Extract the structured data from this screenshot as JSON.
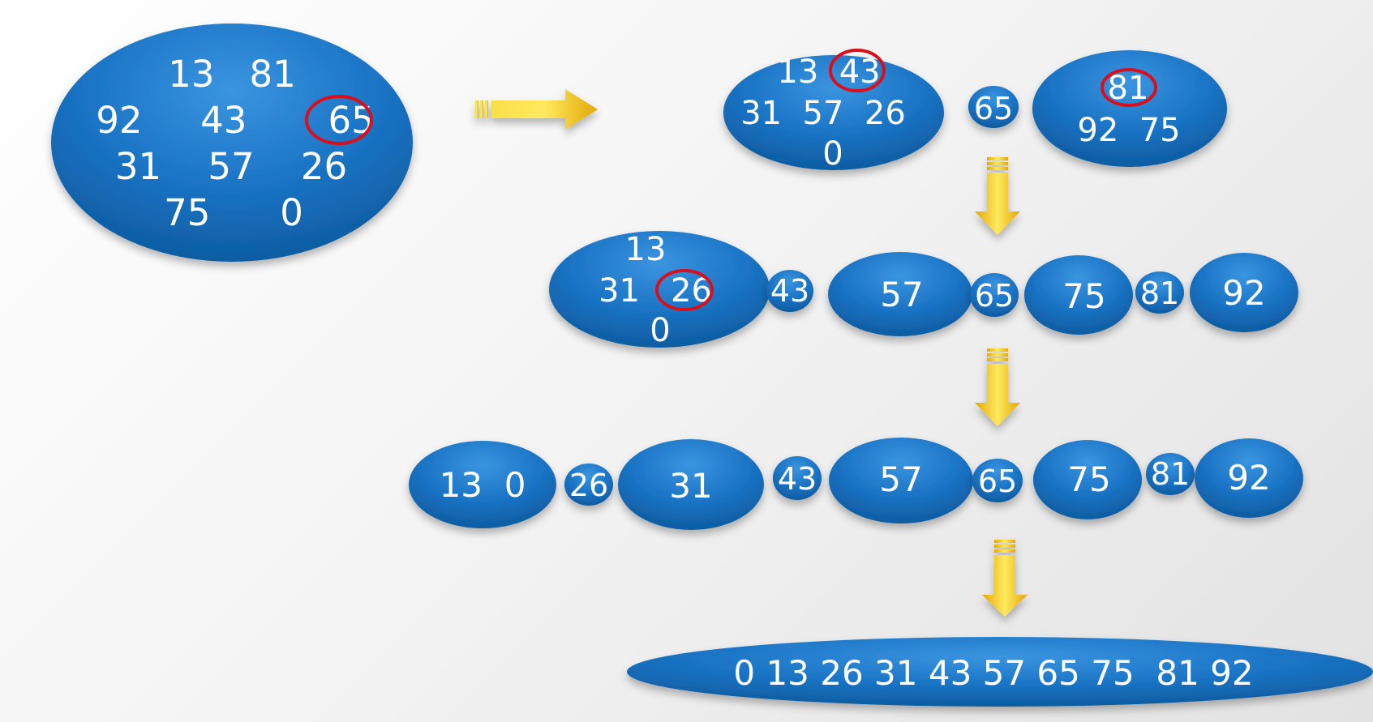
{
  "diagram": {
    "colors": {
      "node_fill": "#1a73c4",
      "node_text": "#ffffff",
      "pivot_ring": "#d90f1c",
      "arrow": "#f4c20d"
    },
    "stage_initial": {
      "rows": [
        "13   81",
        "92     43       65",
        "31    57    26",
        "75      0"
      ],
      "pivot": "65"
    },
    "stage_partition_1": {
      "left_rows": [
        "13  43",
        "31  57  26",
        "0"
      ],
      "left_pivot": "43",
      "middle": "65",
      "right_rows": [
        "81",
        "92  75"
      ],
      "right_pivot": "81"
    },
    "stage_partition_2": {
      "first_rows": [
        "13",
        "31   26",
        "0"
      ],
      "first_pivot": "26",
      "items": [
        "43",
        "57",
        "65",
        "75",
        "81",
        "92"
      ]
    },
    "stage_partition_3": {
      "items": [
        "13  0",
        "26",
        "31",
        "43",
        "57",
        "65",
        "75",
        "81",
        "92"
      ]
    },
    "stage_sorted": {
      "text": "0 13 26 31 43 57 65 75  81 92"
    },
    "arrows": [
      "right-arrow",
      "down-arrow",
      "down-arrow",
      "down-arrow"
    ]
  }
}
